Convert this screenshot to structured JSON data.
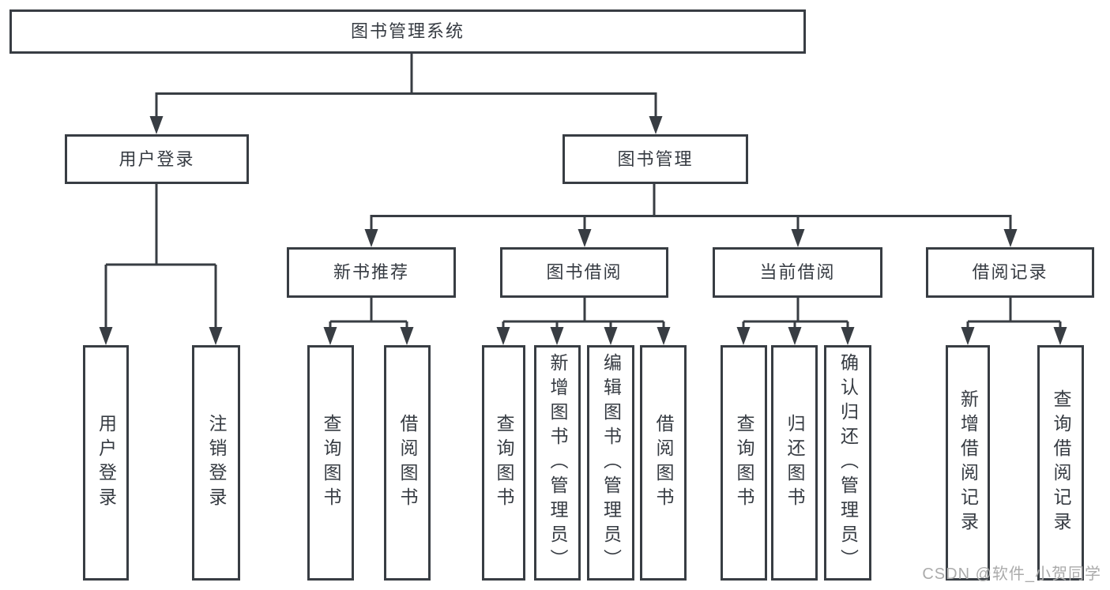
{
  "diagram_title": "图书管理系统",
  "tree": {
    "label": "图书管理系统",
    "children": [
      {
        "label": "用户登录",
        "children": [
          {
            "label": "用户登录"
          },
          {
            "label": "注销登录"
          }
        ]
      },
      {
        "label": "图书管理",
        "children": [
          {
            "label": "新书推荐",
            "children": [
              {
                "label": "查询图书"
              },
              {
                "label": "借阅图书"
              }
            ]
          },
          {
            "label": "图书借阅",
            "children": [
              {
                "label": "查询图书"
              },
              {
                "label": "新增图书（管理员）"
              },
              {
                "label": "编辑图书（管理员）"
              },
              {
                "label": "借阅图书"
              }
            ]
          },
          {
            "label": "当前借阅",
            "children": [
              {
                "label": "查询图书"
              },
              {
                "label": "归还图书"
              },
              {
                "label": "确认归还（管理员）"
              }
            ]
          },
          {
            "label": "借阅记录",
            "children": [
              {
                "label": "新增借阅记录"
              },
              {
                "label": "查询借阅记录"
              }
            ]
          }
        ]
      }
    ]
  },
  "watermark": "CSDN @软件_小贺同学",
  "colors": {
    "line": "#383d43",
    "text": "#363b42",
    "box_background": "#ffffff",
    "page_background": "#ffffff",
    "watermark": "#ababab"
  }
}
